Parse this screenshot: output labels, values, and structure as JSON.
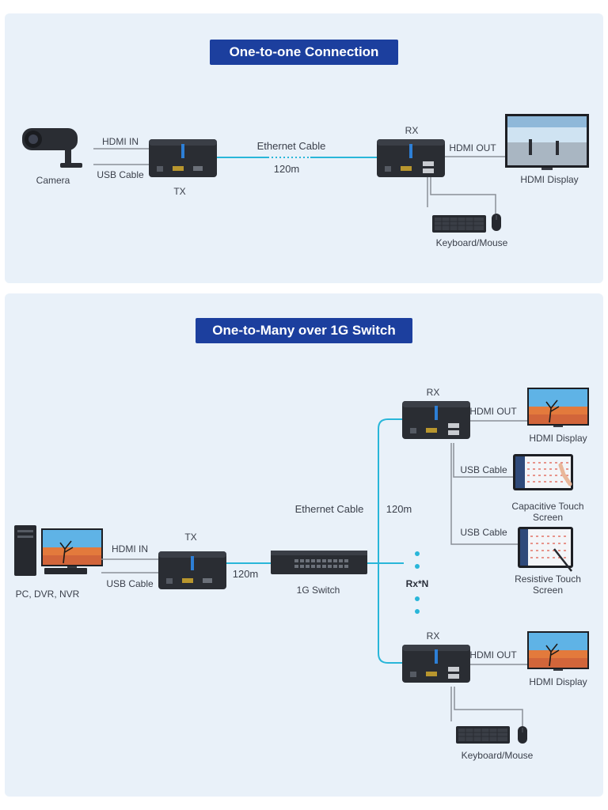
{
  "top": {
    "title": "One-to-one Connection",
    "camera_label": "Camera",
    "hdmi_in": "HDMI IN",
    "usb_cable": "USB Cable",
    "tx": "TX",
    "ethernet_cable": "Ethernet Cable",
    "distance": "120m",
    "rx": "RX",
    "hdmi_out": "HDMI OUT",
    "display_label": "HDMI Display",
    "keyboard_mouse": "Keyboard/Mouse"
  },
  "bottom": {
    "title": "One-to-Many over 1G Switch",
    "source_label": "PC, DVR, NVR",
    "hdmi_in": "HDMI IN",
    "usb_cable": "USB Cable",
    "tx": "TX",
    "distance_tx": "120m",
    "switch_label": "1G Switch",
    "ethernet_cable": "Ethernet Cable",
    "distance_rx": "120m",
    "rx_count": "Rx*N",
    "rx_top": "RX",
    "hdmi_out_top": "HDMI OUT",
    "display_top": "HDMI Display",
    "usb_cable_1": "USB Cable",
    "capacitive_line1": "Capacitive Touch",
    "capacitive_line2": "Screen",
    "usb_cable_2": "USB Cable",
    "resistive_line1": "Resistive Touch",
    "resistive_line2": "Screen",
    "rx_bottom": "RX",
    "hdmi_out_bottom": "HDMI OUT",
    "display_bottom": "HDMI Display",
    "keyboard_mouse": "Keyboard/Mouse"
  },
  "colors": {
    "panel_bg": "#e9f1f9",
    "banner_bg": "#1c3f9e",
    "ethernet_line": "#29b6d9",
    "cable_line": "#8a8f98",
    "device_body": "#2a2d33"
  }
}
